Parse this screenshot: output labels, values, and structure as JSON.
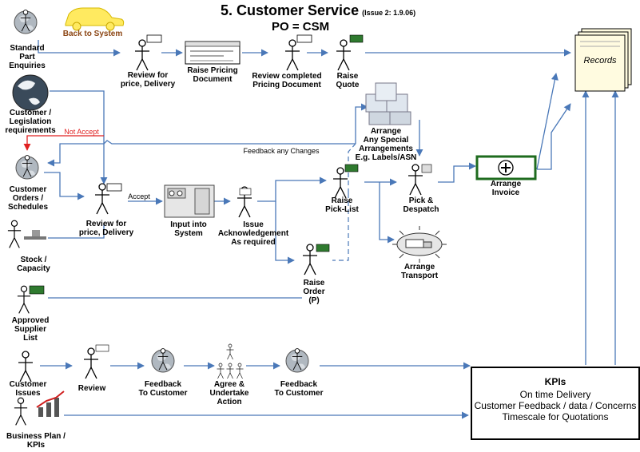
{
  "title": "5. Customer Service",
  "issue": "(Issue 2: 1.9.06)",
  "subtitle": "PO = CSM",
  "back_to_system": "Back to System",
  "records": "Records",
  "left": {
    "standard_part": "Standard\nPart\nEnquiries",
    "customer_legislation": "Customer /\nLegislation\nrequirements",
    "customer_orders": "Customer\nOrders /\nSchedules",
    "stock_capacity": "Stock /\nCapacity",
    "approved_supplier": "Approved\nSupplier\nList",
    "customer_issues": "Customer\nIssues",
    "business_plan": "Business Plan /\nKPIs"
  },
  "top_row": {
    "review1": "Review for\nprice, Delivery",
    "raise_pricing": "Raise Pricing\nDocument",
    "review_completed": "Review completed\nPricing Document",
    "raise_quote": "Raise\nQuote"
  },
  "middle": {
    "not_accept": "Not Accept",
    "feedback_changes": "Feedback any Changes",
    "accept": "Accept",
    "review2": "Review for\nprice, Delivery",
    "input_system": "Input into\nSystem",
    "issue_ack": "Issue\nAcknowledgement\nAs required",
    "arrange_special": "Arrange\nAny Special\nArrangements\nE.g. Labels/ASN",
    "raise_pick": "Raise\nPick-List",
    "pick_despatch": "Pick &\nDespatch",
    "arrange_invoice": "Arrange\nInvoice",
    "arrange_transport": "Arrange\nTransport",
    "raise_order": "Raise\nOrder\n(P)"
  },
  "bottom": {
    "review": "Review",
    "feedback1": "Feedback\nTo Customer",
    "agree": "Agree &\nUndertake\nAction",
    "feedback2": "Feedback\nTo Customer"
  },
  "kpis": {
    "heading": "KPIs",
    "lines": [
      "On time Delivery",
      "Customer Feedback / data / Concerns",
      "Timescale for Quotations"
    ]
  },
  "colors": {
    "arrow": "#4a78b8",
    "not_accept": "#e02020",
    "invoice_border": "#1e6b1e",
    "records_fill": "#fffbe0"
  }
}
